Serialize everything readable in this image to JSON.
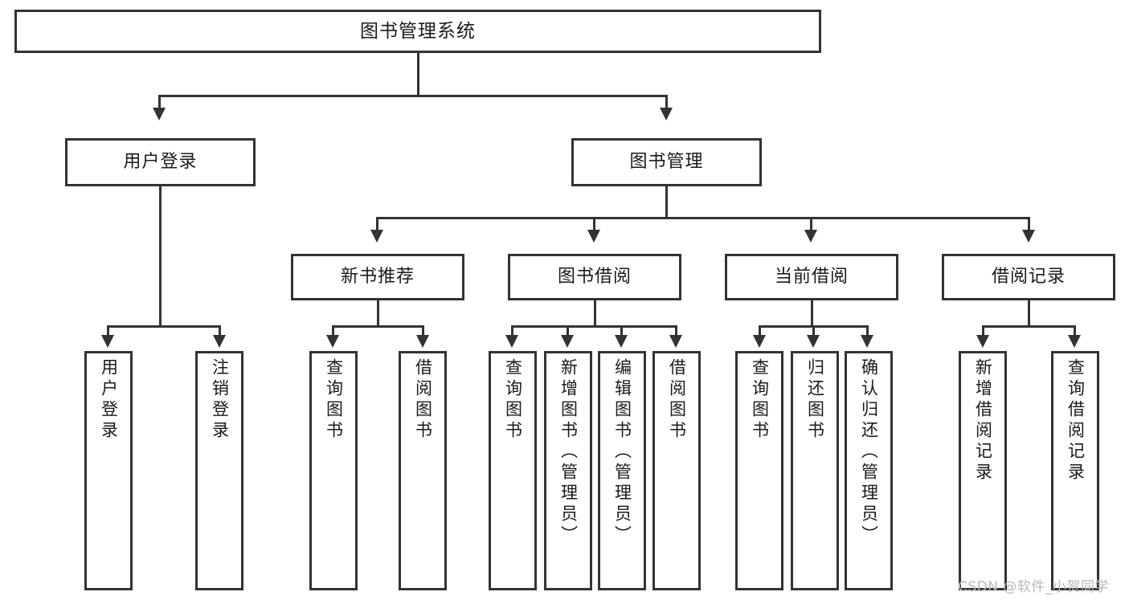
{
  "diagram": {
    "title": "图书管理系统",
    "type": "tree-hierarchy-chart",
    "root": {
      "label": "图书管理系统"
    },
    "level2": [
      {
        "label": "用户登录"
      },
      {
        "label": "图书管理"
      }
    ],
    "level3": [
      {
        "label": "新书推荐"
      },
      {
        "label": "图书借阅"
      },
      {
        "label": "当前借阅"
      },
      {
        "label": "借阅记录"
      }
    ],
    "leaves": {
      "user_login": [
        {
          "label": "用户登录"
        },
        {
          "label": "注销登录"
        }
      ],
      "new_book_recommend": [
        {
          "label": "查询图书"
        },
        {
          "label": "借阅图书"
        }
      ],
      "book_borrow": [
        {
          "label": "查询图书"
        },
        {
          "label": "新增图书（管理员）"
        },
        {
          "label": "编辑图书（管理员）"
        },
        {
          "label": "借阅图书"
        }
      ],
      "current_borrow": [
        {
          "label": "查询图书"
        },
        {
          "label": "归还图书"
        },
        {
          "label": "确认归还（管理员）"
        }
      ],
      "borrow_record": [
        {
          "label": "新增借阅记录"
        },
        {
          "label": "查询借阅记录"
        }
      ]
    }
  },
  "watermark": {
    "text": "CSDN @软件_小贺同学"
  },
  "colors": {
    "stroke": "#333333",
    "fill": "#ffffff",
    "text": "#1a1a1a",
    "watermark": "#b9b9b9",
    "background": "#ffffff"
  }
}
